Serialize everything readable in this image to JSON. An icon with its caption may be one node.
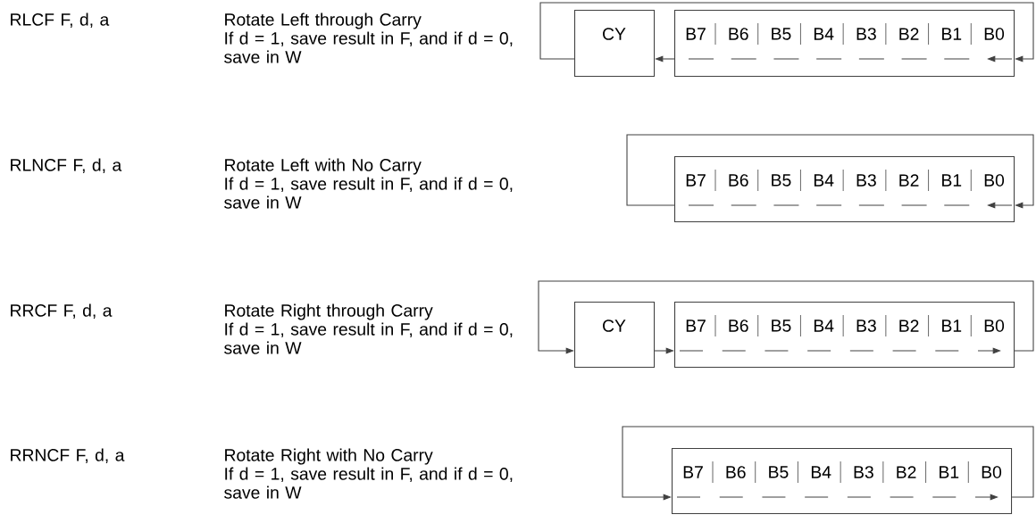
{
  "diagram": {
    "nodes": [
      {
        "text": [
          "CY"
        ]
      },
      {
        "text": [
          "B7",
          "B6",
          "B5",
          "B4",
          "B3",
          "B2",
          "B1",
          "B0"
        ]
      },
      {
        "text": [
          "B7",
          "B6",
          "B5",
          "B4",
          "B3",
          "B2",
          "B1",
          "B0"
        ]
      },
      {
        "text": [
          "CY"
        ]
      },
      {
        "text": [
          "B7",
          "B6",
          "B5",
          "B4",
          "B3",
          "B2",
          "B1",
          "B0"
        ]
      },
      {
        "text": [
          "B7",
          "B6",
          "B5",
          "B4",
          "B3",
          "B2",
          "B1",
          "B0"
        ]
      }
    ],
    "edges": [
      {
        "from": 1,
        "to": 0,
        "arrow": "to"
      },
      {
        "from": 0,
        "to": 1,
        "arrow": "to"
      },
      {
        "from": 2,
        "to": 2,
        "arrow": "to"
      },
      {
        "from": 4,
        "to": 3,
        "arrow": "to"
      },
      {
        "from": 3,
        "to": 4,
        "arrow": "to"
      },
      {
        "from": 5,
        "to": 5,
        "arrow": "to"
      }
    ],
    "labels": [
      "RLCF F, d, a",
      "Rotate Left through Carry",
      "If d = 1, save result in F, and if d = 0, save in W",
      "RLNCF F, d, a",
      "Rotate Left with No Carry",
      "If d = 1, save result in F, and if d = 0, save in W",
      "RRCF F, d, a",
      "Rotate Right through Carry",
      "If d = 1, save result in F, and if d = 0, save in W",
      "RRNCF F, d, a",
      "Rotate Right with No Carry",
      "If d = 1, save result in F, and if d = 0, save in W"
    ]
  }
}
